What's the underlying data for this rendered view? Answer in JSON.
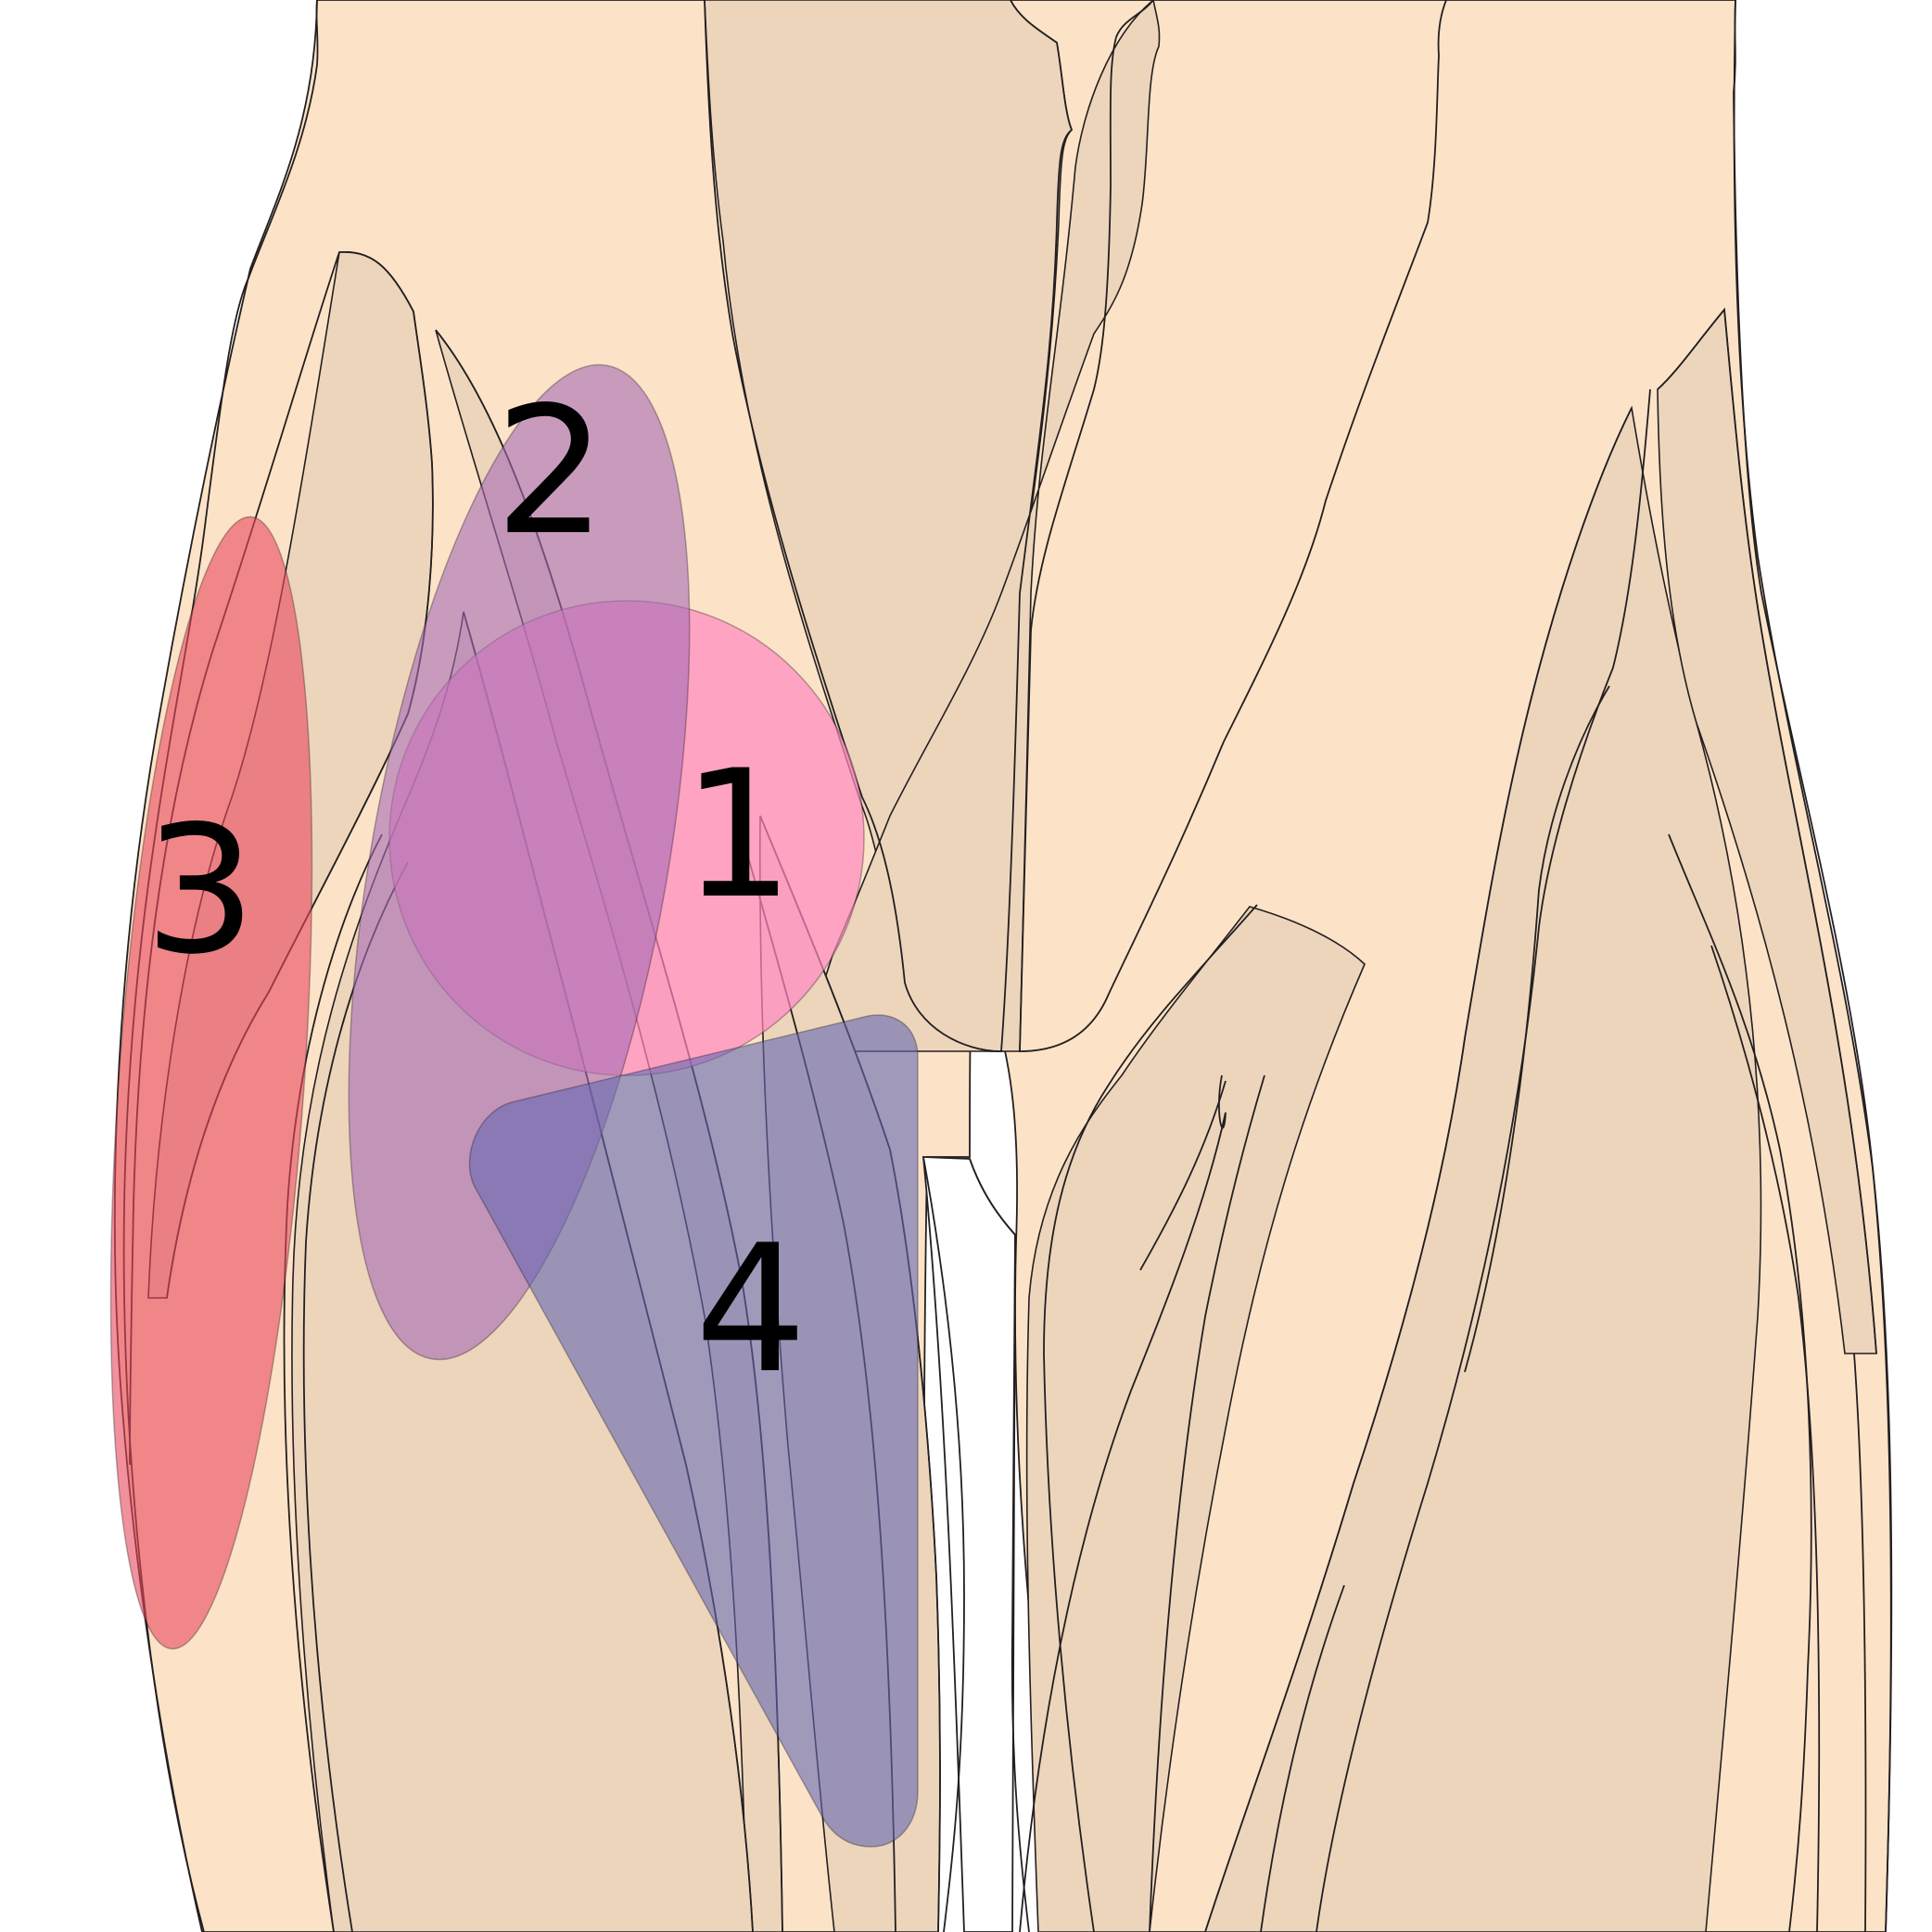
{
  "colors": {
    "background": "#ffffff",
    "skin_light": "#fce3c7",
    "skin_muscle": "#edd5bc",
    "outline": "#231f20",
    "zone_1": "#ff88c0",
    "zone_2": "#a56bb5",
    "zone_3": "#e8485d",
    "zone_4": "#6467b0"
  },
  "zones": [
    {
      "id": "zone-1",
      "label": "1",
      "color_key": "zone_1",
      "opacity": 0.7
    },
    {
      "id": "zone-2",
      "label": "2",
      "color_key": "zone_2",
      "opacity": 0.6
    },
    {
      "id": "zone-3",
      "label": "3",
      "color_key": "zone_3",
      "opacity": 0.6
    },
    {
      "id": "zone-4",
      "label": "4",
      "color_key": "zone_4",
      "opacity": 0.6
    }
  ]
}
